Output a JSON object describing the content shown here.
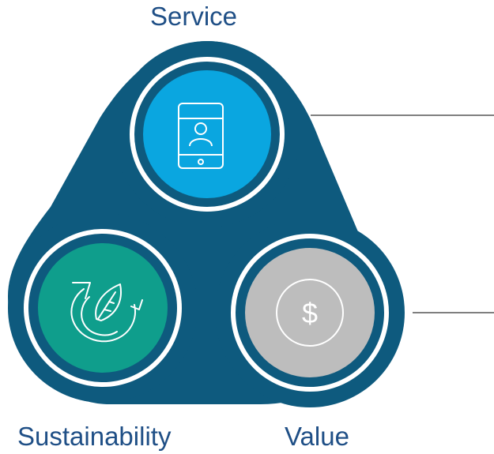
{
  "labels": {
    "service": "Service",
    "sustainability": "Sustainability",
    "value": "Value"
  },
  "icons": {
    "service": "mobile-phone-user-icon",
    "sustainability": "leaf-recycle-icon",
    "value": "dollar-coin-icon",
    "value_symbol": "$"
  },
  "colors": {
    "navy": "#0E5A7E",
    "service_circle": "#0AA6E0",
    "sustainability_circle": "#0F9E8C",
    "value_circle": "#BDBDBD",
    "connector_line": "#7F7F7F",
    "label_text": "#1F4F86",
    "icon_stroke": "#FFFFFF"
  }
}
